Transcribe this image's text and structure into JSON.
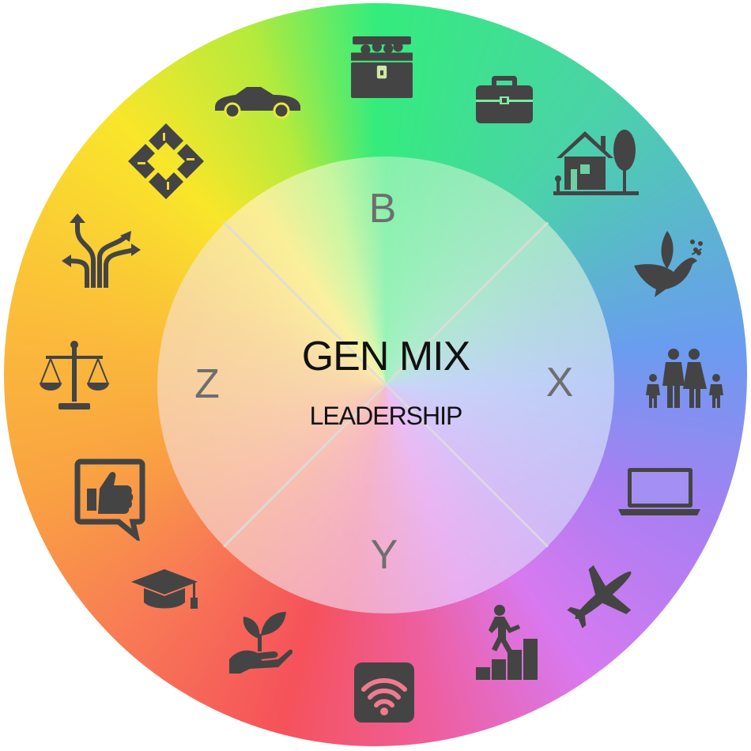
{
  "center": {
    "title": "GEN MIX",
    "subtitle": "LEADERSHIP"
  },
  "quadrants": {
    "top": "B",
    "right": "X",
    "bottom": "Y",
    "left": "Z"
  },
  "icons": [
    "treasure-chest-icon",
    "briefcase-icon",
    "house-tree-icon",
    "dove-icon",
    "family-icon",
    "laptop-icon",
    "airplane-icon",
    "career-steps-icon",
    "wifi-icon",
    "plant-hand-icon",
    "graduation-cap-icon",
    "thumbs-up-icon",
    "scales-icon",
    "arrows-paths-icon",
    "teamwork-hands-icon",
    "car-icon"
  ],
  "colors": {
    "icon": "#444444",
    "quadrant_letter": "#6e6e6e",
    "center_text": "#111111"
  }
}
